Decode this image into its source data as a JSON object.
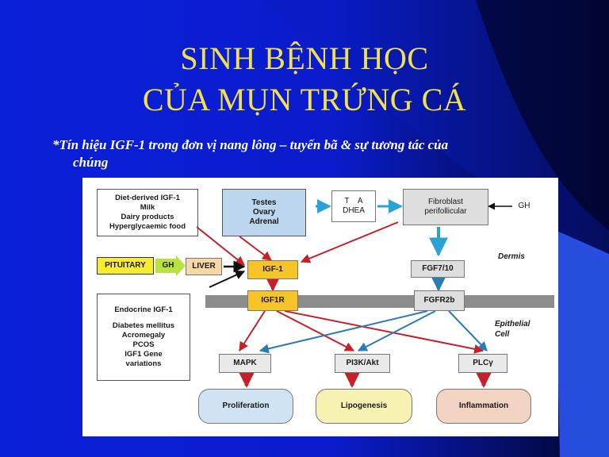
{
  "slide": {
    "title_line1": "SINH BỆNH HỌC",
    "title_line2": "CỦA MỤN TRỨNG CÁ",
    "subtitle_line1": "*Tín hiệu IGF-1 trong đơn vị nang lông – tuyến bã & sự tương tác của",
    "subtitle_line2": "chúng",
    "colors": {
      "background": "#0a1fd8",
      "title": "#f2e14a",
      "subtitle": "#ffffff"
    }
  },
  "diagram": {
    "diet_box": [
      "Diet-derived IGF-1",
      "Milk",
      "Dairy products",
      "Hyperglycaemic food"
    ],
    "endocrine_box": [
      "Endocrine IGF-1",
      "",
      "Diabetes mellitus",
      "Acromegaly",
      "PCOS",
      "IGF1 Gene",
      "variations"
    ],
    "testes_box": [
      "Testes",
      "Ovary",
      "Adrenal"
    ],
    "t_a_box": [
      "T    A",
      "DHEA"
    ],
    "fibroblast_box": [
      "Fibroblast",
      "perifollicular"
    ],
    "gh_right": "GH",
    "pituitary": "PITUITARY",
    "gh_arrow": "GH",
    "liver": "LIVER",
    "igf1": "IGF-1",
    "fgf": "FGF7/10",
    "dermis": "Dermis",
    "igf1r": "IGF1R",
    "fgfr2b": "FGFR2b",
    "epithelial": [
      "Epithelial",
      "Cell"
    ],
    "mapk": "MAPK",
    "pi3k": "PI3K/Akt",
    "plc": "PLCγ",
    "proliferation": "Proliferation",
    "lipogenesis": "Lipogenesis",
    "inflammation": "Inflammation"
  }
}
